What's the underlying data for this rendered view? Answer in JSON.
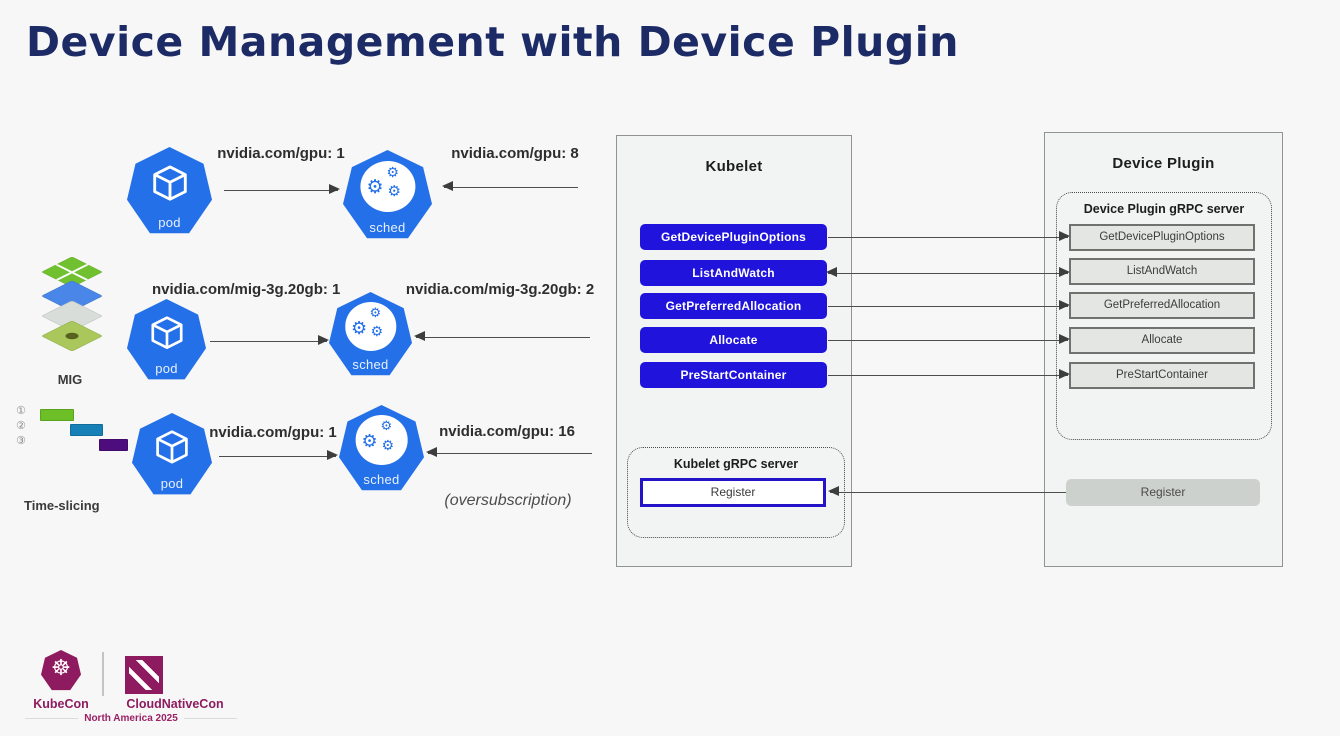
{
  "slide": {
    "title": "Device Management with Device Plugin"
  },
  "left_diagram": {
    "rows": [
      {
        "pod_label": "pod",
        "sched_label": "sched",
        "request_label": "nvidia.com/gpu: 1",
        "available_label": "nvidia.com/gpu: 8"
      },
      {
        "mode_label": "MIG",
        "pod_label": "pod",
        "sched_label": "sched",
        "request_label": "nvidia.com/mig-3g.20gb: 1",
        "available_label": "nvidia.com/mig-3g.20gb: 2"
      },
      {
        "mode_label": "Time-slicing",
        "pod_label": "pod",
        "sched_label": "sched",
        "request_label": "nvidia.com/gpu: 1",
        "available_label": "nvidia.com/gpu: 16",
        "note_label": "(oversubscription)"
      }
    ],
    "timeslice_markers": [
      "①",
      "②",
      "③"
    ]
  },
  "kubelet": {
    "title": "Kubelet",
    "methods": [
      "GetDevicePluginOptions",
      "ListAndWatch",
      "GetPreferredAllocation",
      "Allocate",
      "PreStartContainer"
    ],
    "grpc_server_title": "Kubelet gRPC server",
    "register_label": "Register"
  },
  "device_plugin": {
    "title": "Device Plugin",
    "grpc_server_title": "Device Plugin gRPC server",
    "methods": [
      "GetDevicePluginOptions",
      "ListAndWatch",
      "GetPreferredAllocation",
      "Allocate",
      "PreStartContainer"
    ],
    "register_label": "Register"
  },
  "footer": {
    "kubecon_label": "KubeCon",
    "cloudnativecon_label": "CloudNativeCon",
    "event_label": "North America 2025"
  },
  "icons": {
    "gear": "⚙",
    "wheel": "☸"
  },
  "colors": {
    "title_navy": "#1c2a66",
    "k8s_blue": "#2470e8",
    "rpc_blue": "#1f13dc",
    "register_border_blue": "#2414c8",
    "brand_magenta": "#8e1b60",
    "bar_green": "#6cbf27",
    "bar_teal": "#1780b6",
    "bar_purple": "#4e0d7c"
  }
}
